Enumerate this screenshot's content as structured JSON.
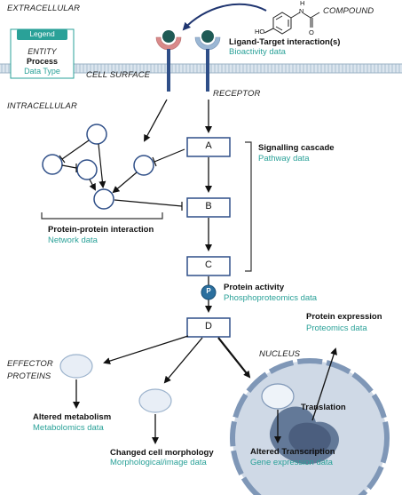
{
  "regions": {
    "extracellular": "EXTRACELLULAR",
    "cell_surface": "CELL SURFACE",
    "intracellular": "INTRACELLULAR",
    "nucleus": "NUCLEUS"
  },
  "compound": {
    "label": "COMPOUND",
    "atoms": {
      "ho": "HO",
      "n": "N",
      "h": "H",
      "o": "O"
    }
  },
  "legend": {
    "title": "Legend",
    "entity": "ENTITY",
    "process": "Process",
    "data_type": "Data Type"
  },
  "ligand_target": {
    "process": "Ligand-Target interaction(s)",
    "data": "Bioactivity data"
  },
  "receptor": "RECEPTOR",
  "cascade_nodes": [
    "A",
    "B",
    "C",
    "D"
  ],
  "phospho_badge": "P",
  "signalling": {
    "process": "Signalling cascade",
    "data": "Pathway data"
  },
  "ppi": {
    "process": "Protein-protein interaction",
    "data": "Network data"
  },
  "protein_activity": {
    "process": "Protein activity",
    "data": "Phosphoproteomics data"
  },
  "protein_expression": {
    "process": "Protein expression",
    "data": "Proteomics data"
  },
  "effector": {
    "line1": "EFFECTOR",
    "line2": "PROTEINS"
  },
  "metabolism": {
    "process": "Altered metabolism",
    "data": "Metabolomics data"
  },
  "morphology": {
    "process": "Changed cell morphology",
    "data": "Morphological/image data"
  },
  "translation": "Translation",
  "transcription": {
    "process": "Altered Transcription",
    "data": "Gene expression data"
  },
  "colors": {
    "membrane": "#a9bfd0",
    "receptor": "#2f4f88",
    "receptor_red": "#d98a8a",
    "receptor_blue": "#9bb7d4",
    "ligand": "#1f5a55",
    "teal_text": "#2aa198",
    "nucleus_fill": "#cfd9e6",
    "nucleus_border": "#7f97b7",
    "effector_fill": "#e8eef6",
    "phospho": "#2b6f9e"
  }
}
